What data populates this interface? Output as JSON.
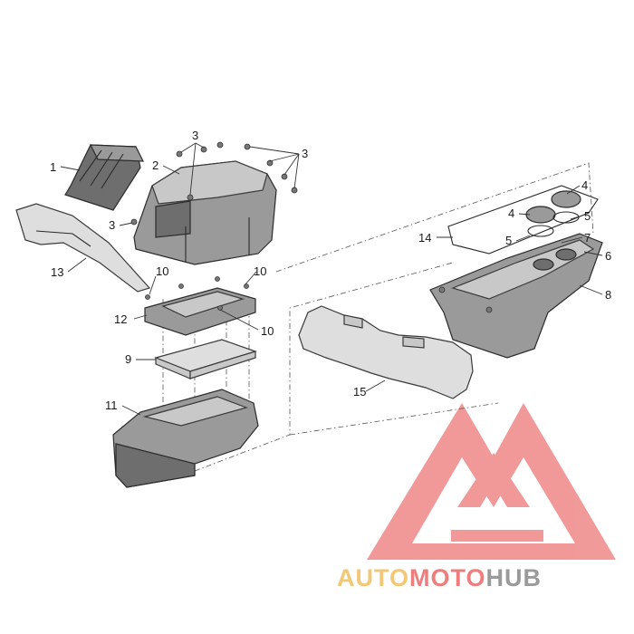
{
  "diagram": {
    "callouts": [
      {
        "id": "1",
        "label": "1"
      },
      {
        "id": "2",
        "label": "2"
      },
      {
        "id": "3a",
        "label": "3"
      },
      {
        "id": "3b",
        "label": "3"
      },
      {
        "id": "3c",
        "label": "3"
      },
      {
        "id": "4a",
        "label": "4"
      },
      {
        "id": "4b",
        "label": "4"
      },
      {
        "id": "5a",
        "label": "5"
      },
      {
        "id": "5b",
        "label": "5"
      },
      {
        "id": "6",
        "label": "6"
      },
      {
        "id": "7",
        "label": "7"
      },
      {
        "id": "8",
        "label": "8"
      },
      {
        "id": "9",
        "label": "9"
      },
      {
        "id": "10a",
        "label": "10"
      },
      {
        "id": "10b",
        "label": "10"
      },
      {
        "id": "10c",
        "label": "10"
      },
      {
        "id": "11",
        "label": "11"
      },
      {
        "id": "12",
        "label": "12"
      },
      {
        "id": "13",
        "label": "13"
      },
      {
        "id": "14",
        "label": "14"
      },
      {
        "id": "15",
        "label": "15"
      }
    ]
  },
  "watermark": {
    "part1": "AUTO",
    "part2": "MOTO",
    "part3": "HUB",
    "colors": {
      "auto": "#f2c877",
      "moto": "#ee7e7e",
      "hub": "#9a9a9a",
      "logo": "#ef8888"
    }
  }
}
